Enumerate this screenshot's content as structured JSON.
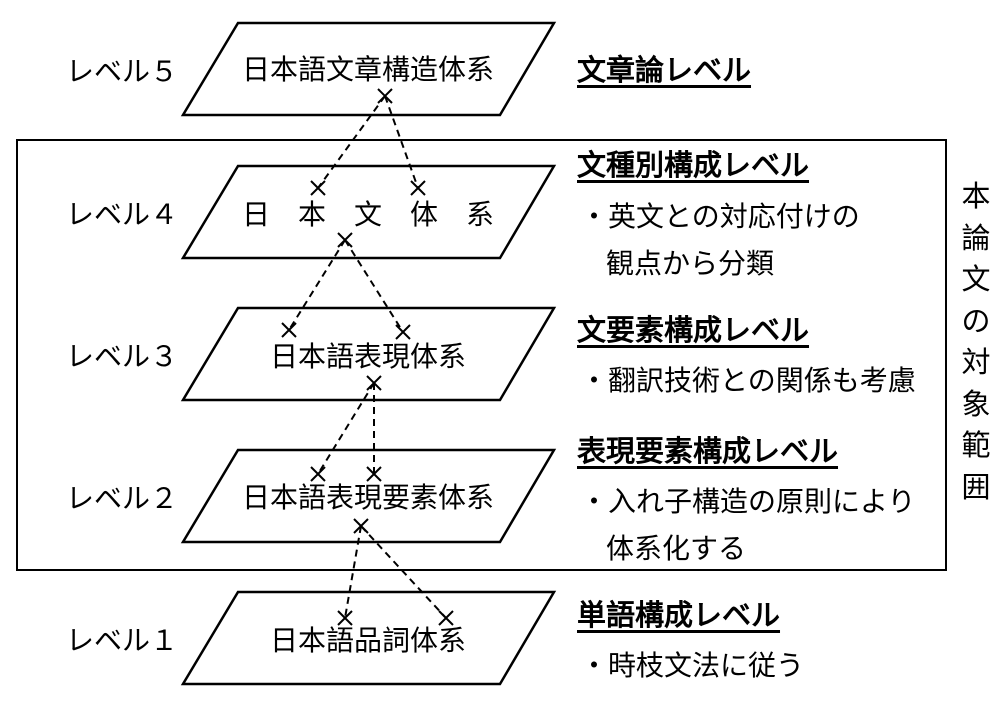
{
  "levels": [
    {
      "label": "レベル５",
      "system": "日本語文章構造体系",
      "heading": "文章論レベル",
      "notes": []
    },
    {
      "label": "レベル４",
      "system": "日　本　文　体　系",
      "heading": "文種別構成レベル",
      "notes": [
        "・英文との対応付けの",
        "観点から分類"
      ]
    },
    {
      "label": "レベル３",
      "system": "日本語表現体系",
      "heading": "文要素構成レベル",
      "notes": [
        "・翻訳技術との関係も考慮"
      ]
    },
    {
      "label": "レベル２",
      "system": "日本語表現要素体系",
      "heading": "表現要素構成レベル",
      "notes": [
        "・入れ子構造の原則により",
        "体系化する"
      ]
    },
    {
      "label": "レベル１",
      "system": "日本語品詞体系",
      "heading": "単語構成レベル",
      "notes": [
        "・時枝文法に従う"
      ]
    }
  ],
  "scope_label": "本論文の対象範囲",
  "connector_mark": "×"
}
